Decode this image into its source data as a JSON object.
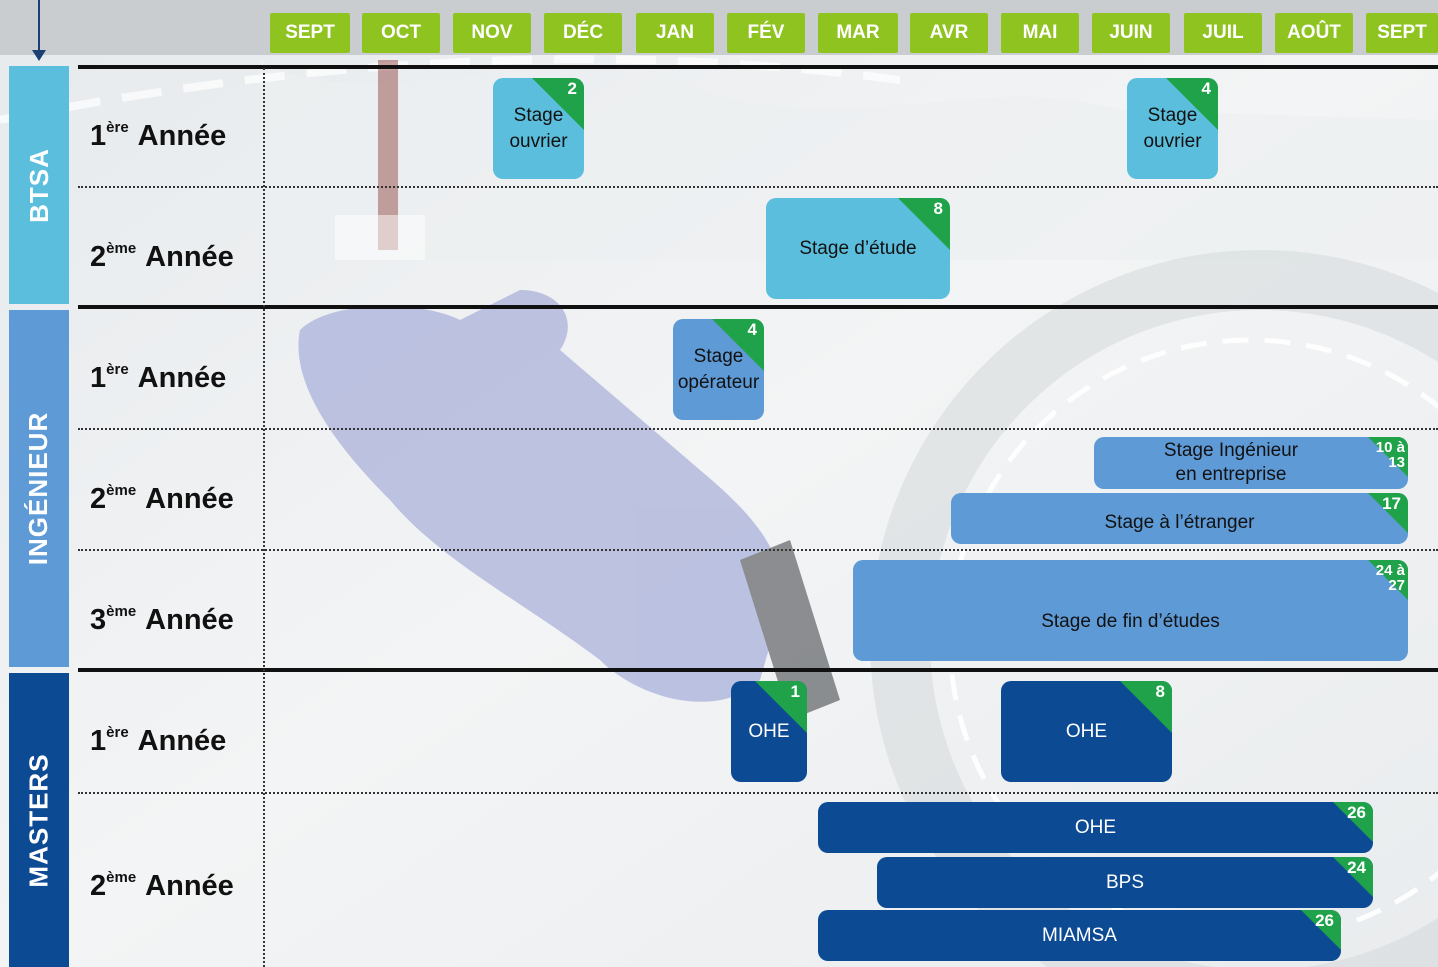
{
  "months": [
    "SEPT",
    "OCT",
    "NOV",
    "DÉC",
    "JAN",
    "FÉV",
    "MAR",
    "AVR",
    "MAI",
    "JUIN",
    "JUIL",
    "AOÛT",
    "SEPT"
  ],
  "colors": {
    "month_header": "#8fc31f",
    "sidebar_btsa": "#5bbedd",
    "sidebar_ingenieur": "#5e9ad6",
    "sidebar_masters": "#0d4a94",
    "stage_light": "#5bbedd",
    "stage_mid": "#5e9ad6",
    "stage_dark": "#0d4a94",
    "week_badge": "#1fa24a"
  },
  "sections": {
    "btsa": "BTSA",
    "ingenieur": "INGÉNIEUR",
    "masters": "MASTERS"
  },
  "rows": {
    "btsa_y1": {
      "num": "1",
      "sup": "ère",
      "word": "Année"
    },
    "btsa_y2": {
      "num": "2",
      "sup": "ème",
      "word": "Année"
    },
    "ing_y1": {
      "num": "1",
      "sup": "ère",
      "word": "Année"
    },
    "ing_y2": {
      "num": "2",
      "sup": "ème",
      "word": "Année"
    },
    "ing_y3": {
      "num": "3",
      "sup": "ème",
      "word": "Année"
    },
    "mas_y1": {
      "num": "1",
      "sup": "ère",
      "word": "Année"
    },
    "mas_y2": {
      "num": "2",
      "sup": "ème",
      "word": "Année"
    }
  },
  "stages": {
    "btsa_y1_a": {
      "line1": "Stage",
      "line2": "ouvrier",
      "weeks": "2"
    },
    "btsa_y1_b": {
      "line1": "Stage",
      "line2": "ouvrier",
      "weeks": "4"
    },
    "btsa_y2_a": {
      "label": "Stage d’étude",
      "weeks": "8"
    },
    "ing_y1_a": {
      "line1": "Stage",
      "line2": "opérateur",
      "weeks": "4"
    },
    "ing_y2_a": {
      "line1": "Stage Ingénieur",
      "line2": "en entreprise",
      "weeks1": "10 à",
      "weeks2": "13"
    },
    "ing_y2_b": {
      "label": "Stage à l’étranger",
      "weeks": "17"
    },
    "ing_y3_a": {
      "label": "Stage de fin d’études",
      "weeks1": "24 à",
      "weeks2": "27"
    },
    "mas_y1_a": {
      "label": "OHE",
      "weeks": "1"
    },
    "mas_y1_b": {
      "label": "OHE",
      "weeks": "8"
    },
    "mas_y2_a": {
      "label": "OHE",
      "weeks": "26"
    },
    "mas_y2_b": {
      "label": "BPS",
      "weeks": "24"
    },
    "mas_y2_c": {
      "label": "MIAMSA",
      "weeks": "26"
    }
  }
}
